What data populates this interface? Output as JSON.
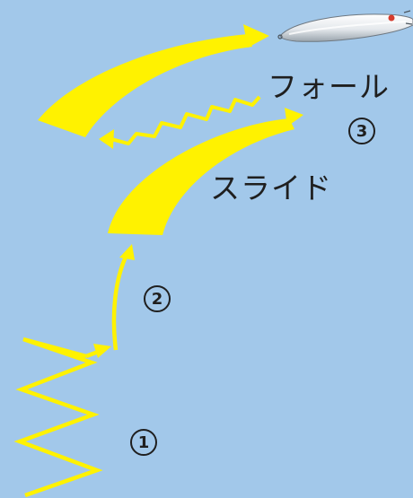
{
  "labels": {
    "fall": "フォール",
    "slide": "スライド"
  },
  "steps": {
    "one": "1",
    "two": "2",
    "three": "3"
  },
  "colors": {
    "background": "#a2c8ea",
    "motion_yellow": "#fff200",
    "text": "#1f1f1f"
  }
}
